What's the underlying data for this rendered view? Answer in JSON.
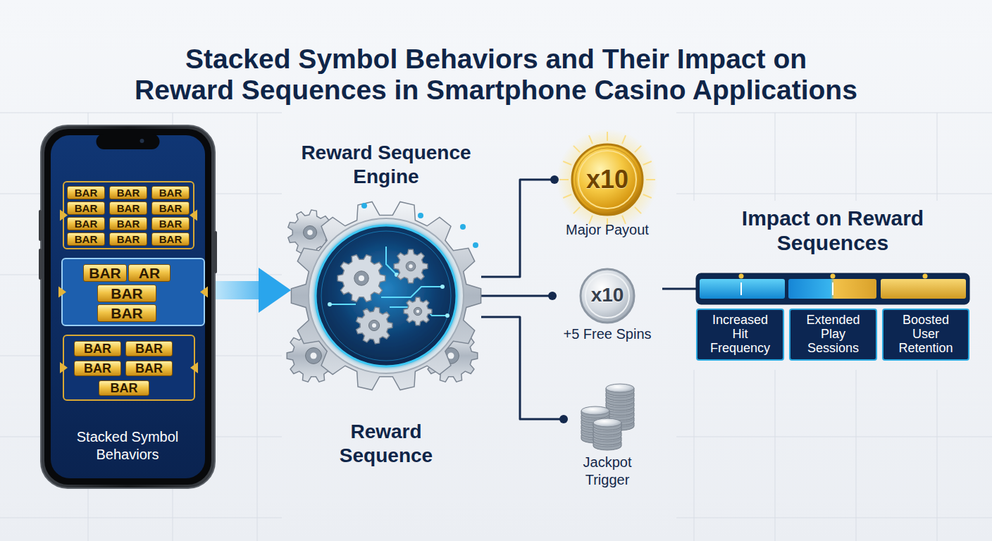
{
  "diagram": {
    "title": "Stacked Symbol Behaviors and Their Impact on Reward Sequences in Smartphone Casino Applications",
    "nodes": [
      {
        "text": [
          "Stacked Symbol Behaviors"
        ]
      },
      {
        "text": [
          "BAR"
        ],
        "in": 0
      },
      {
        "text": [
          "BAR"
        ],
        "in": 0
      },
      {
        "text": [
          "BAR"
        ],
        "in": 0
      },
      {
        "text": [
          "BAR"
        ],
        "in": 0
      },
      {
        "text": [
          "BAR"
        ],
        "in": 0
      },
      {
        "text": [
          "BAR"
        ],
        "in": 0
      },
      {
        "text": [
          "BAR"
        ],
        "in": 0
      },
      {
        "text": [
          "BAR"
        ],
        "in": 0
      },
      {
        "text": [
          "BAR"
        ],
        "in": 0
      },
      {
        "text": [
          "BAR"
        ],
        "in": 0
      },
      {
        "text": [
          "BAR"
        ],
        "in": 0
      },
      {
        "text": [
          "BAR"
        ],
        "in": 0
      },
      {
        "text": [
          "BAR"
        ],
        "in": 0
      },
      {
        "text": [
          "AR"
        ],
        "in": 0
      },
      {
        "text": [
          "BAR"
        ],
        "in": 0
      },
      {
        "text": [
          "BAR"
        ],
        "in": 0
      },
      {
        "text": [
          "BAR"
        ],
        "in": 0
      },
      {
        "text": [
          "BAR"
        ],
        "in": 0
      },
      {
        "text": [
          "BAR"
        ],
        "in": 0
      },
      {
        "text": [
          "BAR"
        ],
        "in": 0
      },
      {
        "text": [
          "BAR"
        ],
        "in": 0
      },
      {
        "text": [
          "Reward Sequence Engine",
          "Reward Sequence"
        ]
      },
      {
        "text": [
          "x10",
          "Major Payout"
        ]
      },
      {
        "text": [
          "x10",
          "+5 Free Spins"
        ]
      },
      {
        "text": [
          "Jackpot Trigger"
        ]
      },
      {
        "text": [
          "Impact on Reward Sequences"
        ]
      },
      {
        "text": [
          "Increased Hit Frequency"
        ]
      },
      {
        "text": [
          "Extended Play Sessions"
        ]
      },
      {
        "text": [
          "Boosted User Retention"
        ]
      }
    ],
    "edges": [
      {
        "from": 0,
        "to": 22,
        "arrow": "to"
      },
      {
        "from": 22,
        "to": 23,
        "arrow": "none"
      },
      {
        "from": 22,
        "to": 24,
        "arrow": "none"
      },
      {
        "from": 22,
        "to": 25,
        "arrow": "none"
      },
      {
        "from": 24,
        "to": 26,
        "arrow": "none"
      }
    ]
  }
}
